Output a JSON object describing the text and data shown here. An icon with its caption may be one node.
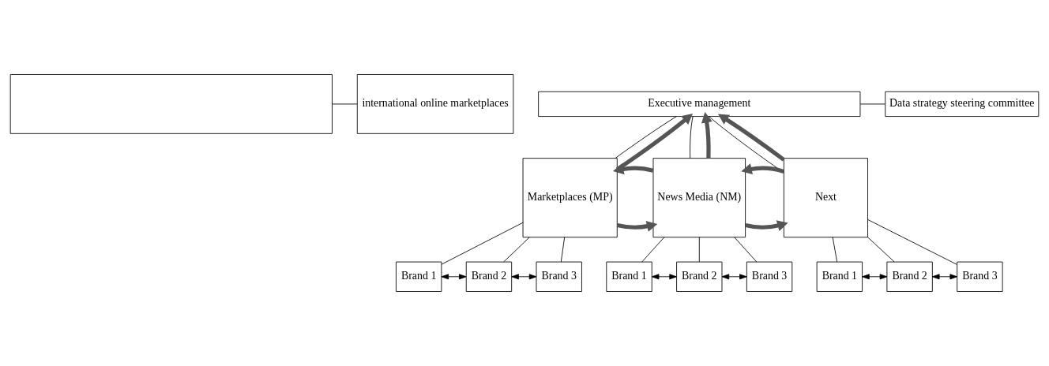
{
  "diagram": {
    "nodes": [
      {
        "text": [],
        "shape": "box"
      },
      {
        "text": [
          "international online marketplaces"
        ]
      },
      {
        "text": [
          "Executive management"
        ]
      },
      {
        "text": [
          "Data strategy steering committee"
        ]
      },
      {
        "text": [
          "Marketplaces (MP)"
        ]
      },
      {
        "text": [
          "News Media (NM)"
        ]
      },
      {
        "text": [
          "Next"
        ]
      },
      {
        "text": [
          "Brand 1"
        ]
      },
      {
        "text": [
          "Brand 2"
        ]
      },
      {
        "text": [
          "Brand 3"
        ]
      },
      {
        "text": [
          "Brand 1"
        ]
      },
      {
        "text": [
          "Brand 2"
        ]
      },
      {
        "text": [
          "Brand 3"
        ]
      },
      {
        "text": [
          "Brand 1"
        ]
      },
      {
        "text": [
          "Brand 2"
        ]
      },
      {
        "text": [
          "Brand 3"
        ]
      }
    ],
    "edges": [
      {
        "from": 0,
        "to": 1,
        "arrow": "none"
      },
      {
        "from": 2,
        "to": 3,
        "arrow": "none"
      },
      {
        "from": 2,
        "to": 4,
        "arrow": "none"
      },
      {
        "from": 2,
        "to": 5,
        "arrow": "none"
      },
      {
        "from": 2,
        "to": 6,
        "arrow": "none"
      },
      {
        "from": 4,
        "to": 2,
        "arrow": "to",
        "style": "thick"
      },
      {
        "from": 5,
        "to": 2,
        "arrow": "to",
        "style": "thick"
      },
      {
        "from": 6,
        "to": 2,
        "arrow": "to",
        "style": "thick"
      },
      {
        "from": 4,
        "to": 5,
        "arrow": "to",
        "style": "thick"
      },
      {
        "from": 5,
        "to": 4,
        "arrow": "to",
        "style": "thick"
      },
      {
        "from": 5,
        "to": 6,
        "arrow": "to",
        "style": "thick"
      },
      {
        "from": 6,
        "to": 5,
        "arrow": "to",
        "style": "thick"
      },
      {
        "from": 4,
        "to": 7,
        "arrow": "none"
      },
      {
        "from": 4,
        "to": 8,
        "arrow": "none"
      },
      {
        "from": 4,
        "to": 9,
        "arrow": "none"
      },
      {
        "from": 5,
        "to": 10,
        "arrow": "none"
      },
      {
        "from": 5,
        "to": 11,
        "arrow": "none"
      },
      {
        "from": 5,
        "to": 12,
        "arrow": "none"
      },
      {
        "from": 6,
        "to": 13,
        "arrow": "none"
      },
      {
        "from": 6,
        "to": 14,
        "arrow": "none"
      },
      {
        "from": 6,
        "to": 15,
        "arrow": "none"
      },
      {
        "from": 7,
        "to": 8,
        "arrow": "both"
      },
      {
        "from": 8,
        "to": 9,
        "arrow": "both"
      },
      {
        "from": 10,
        "to": 11,
        "arrow": "both"
      },
      {
        "from": 11,
        "to": 12,
        "arrow": "both"
      },
      {
        "from": 13,
        "to": 14,
        "arrow": "both"
      },
      {
        "from": 14,
        "to": 15,
        "arrow": "both"
      }
    ]
  }
}
